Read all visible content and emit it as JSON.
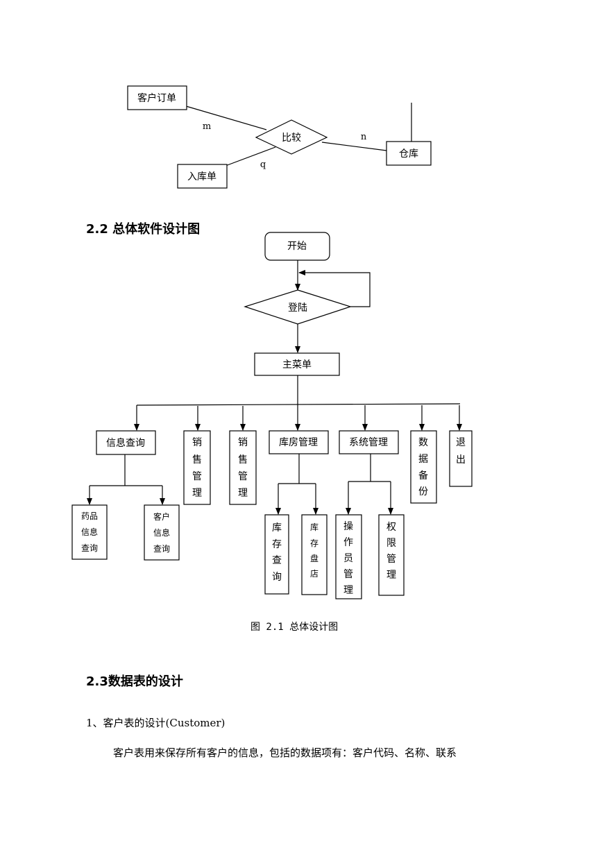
{
  "er_diagram": {
    "entities": [
      "客户订单",
      "入库单",
      "仓库"
    ],
    "relationship": "比较",
    "cardinalities": [
      "m",
      "q",
      "n"
    ]
  },
  "section_2_2": {
    "heading": "2.2 总体软件设计图"
  },
  "flowchart": {
    "start": "开始",
    "login": "登陆",
    "main_menu": "主菜单",
    "modules": [
      "信息查询",
      "销售管理",
      "销售管理",
      "库房管理",
      "系统管理",
      "数据备份",
      "退出"
    ],
    "info_query_children": [
      "药品信息查询",
      "客户信息查询"
    ],
    "warehouse_children": [
      "库存查询",
      "库存盘店"
    ],
    "system_children": [
      "操作员管理",
      "权限管理"
    ]
  },
  "figure_caption": "图 2.1 总体设计图",
  "section_2_3": {
    "heading": "2.3数据表的设计"
  },
  "subsection_1": "1、客户表的设计(Customer)",
  "paragraph": "客户表用来保存所有客户的信息，包括的数据项有：客户代码、名称、联系"
}
